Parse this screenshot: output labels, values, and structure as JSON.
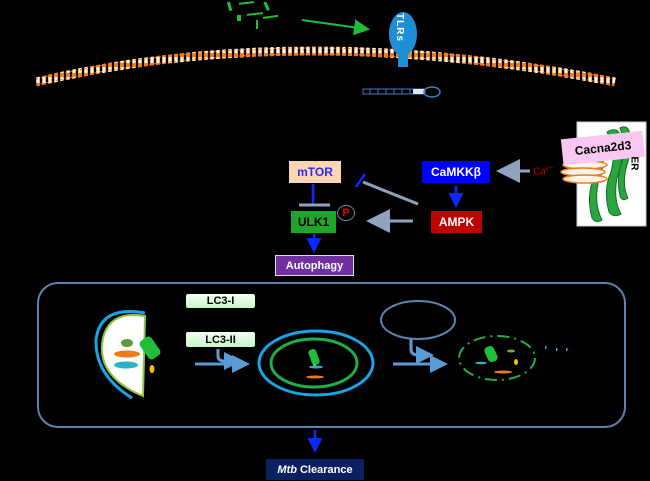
{
  "diagram": {
    "title": "Cacna2d3-mediated autophagy pathway in Mtb clearance",
    "nodes": {
      "mtor": "mTOR",
      "camkk": "CaMKKβ",
      "ulk1": "ULK1",
      "ampk": "AMPK",
      "autophagy": "Autophagy",
      "lc3i": "LC3-I",
      "lc3ii": "LC3-II",
      "clearance_italic": "Mtb",
      "clearance_rest": "Clearance",
      "cacna": "Cacna2d3",
      "ca": "Ca",
      "ca_sup": "2+",
      "er": "ER",
      "tlr": "TLRs",
      "phospho": "P"
    },
    "edges": [
      {
        "from": "Mtb fragments",
        "to": "TLRs",
        "type": "activation"
      },
      {
        "from": "Ca2+",
        "to": "CaMKKβ",
        "type": "activation"
      },
      {
        "from": "CaMKKβ",
        "to": "AMPK",
        "type": "activation"
      },
      {
        "from": "AMPK",
        "to": "ULK1",
        "type": "phosphorylation"
      },
      {
        "from": "AMPK",
        "to": "mTOR",
        "type": "inhibition"
      },
      {
        "from": "mTOR",
        "to": "ULK1",
        "type": "inhibition"
      },
      {
        "from": "ULK1",
        "to": "Autophagy",
        "type": "activation"
      },
      {
        "from": "Autophagy process",
        "to": "Mtb Clearance",
        "type": "activation"
      }
    ],
    "colors": {
      "membrane": "#f07a1a",
      "pathway_box": "#5b82b0",
      "tlr": "#1e8fd6",
      "mtb": "#1fbf3a",
      "arrow_gray": "#8fa3bf",
      "arrow_blue": "#0a28ff"
    }
  }
}
